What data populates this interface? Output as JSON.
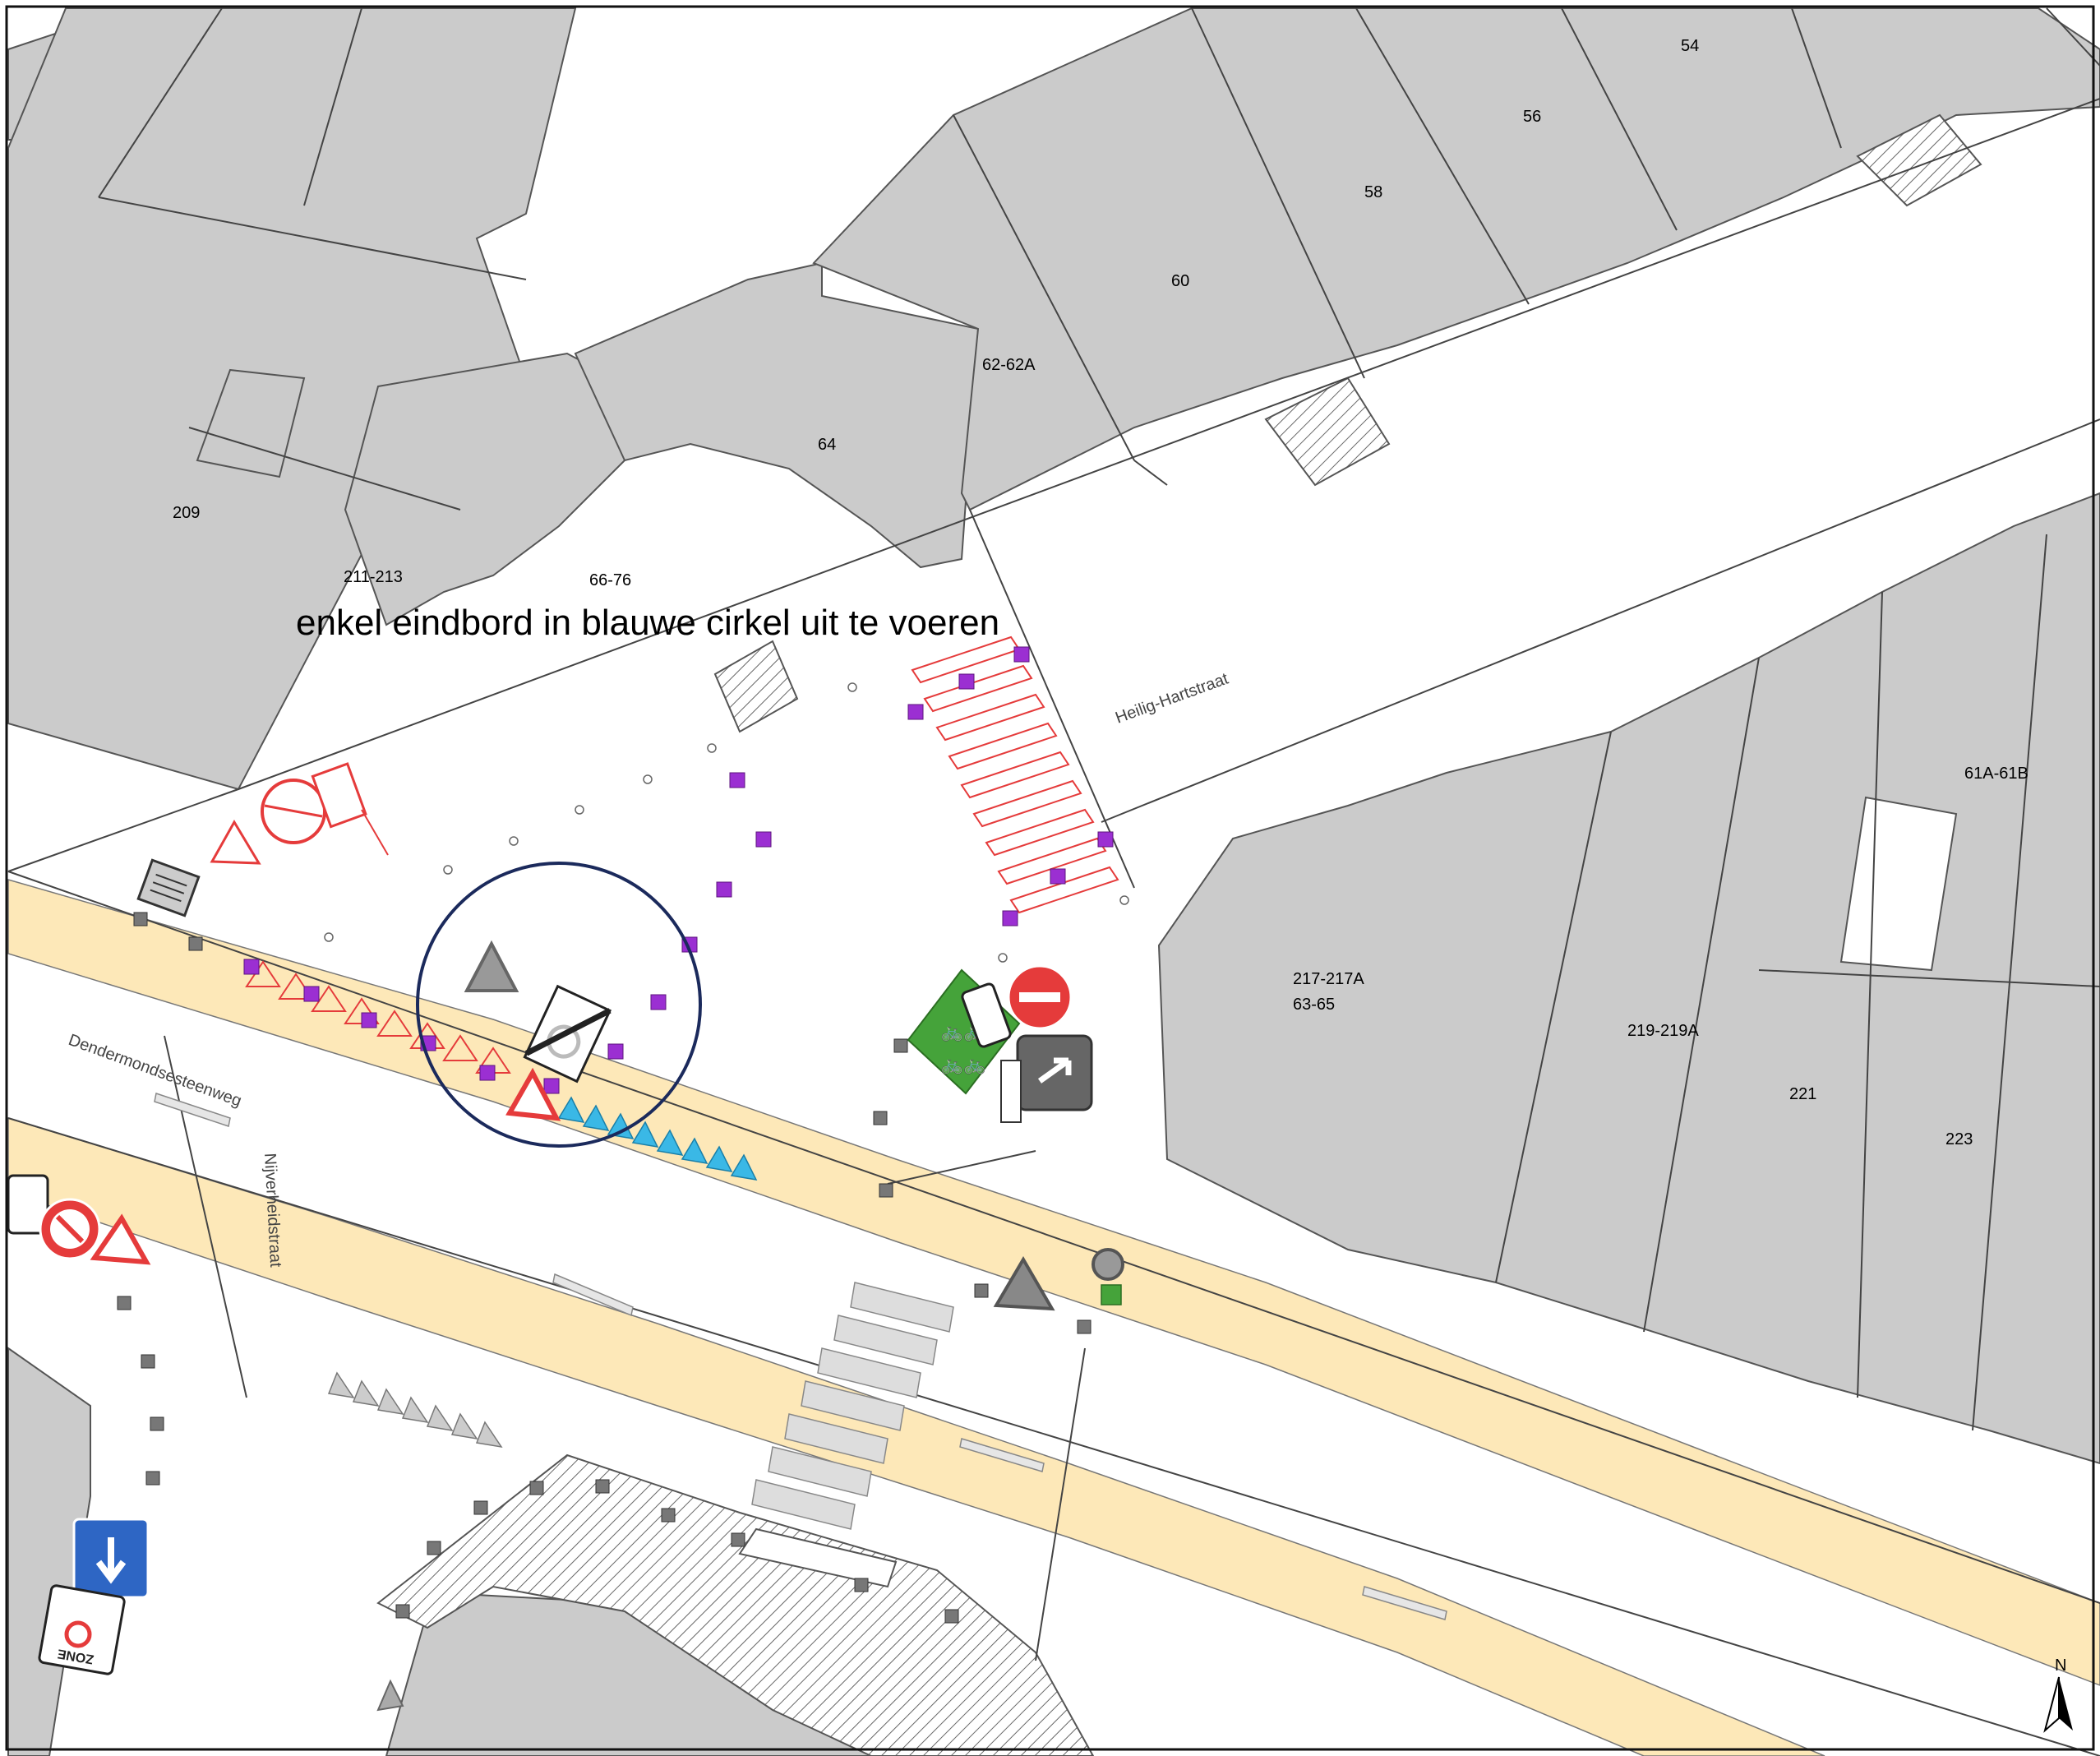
{
  "map": {
    "annotation": "enkel eindbord in blauwe cirkel uit te voeren",
    "north_label": "N",
    "house_numbers": [
      "54",
      "56",
      "58",
      "60",
      "62-62A",
      "64",
      "66-76",
      "209",
      "211-213",
      "217-217A",
      "63-65",
      "219-219A",
      "221",
      "223",
      "61A-61B"
    ],
    "streets": [
      "Heilig-Hartstraat",
      "Dendermondsesteenweg",
      "Nijverheidstraat"
    ],
    "sign_texts": {
      "zone": "ZONE"
    },
    "colors": {
      "building": "#cbcbcb",
      "road_band": "#fde8b8",
      "highlight_circle": "#1b2a5c",
      "sign_red": "#e53b3b",
      "sign_blue": "#2e66c4",
      "sign_green": "#45a33a",
      "marker_purple": "#9b2fd2",
      "triangle_cyan": "#3ab8e6"
    }
  }
}
